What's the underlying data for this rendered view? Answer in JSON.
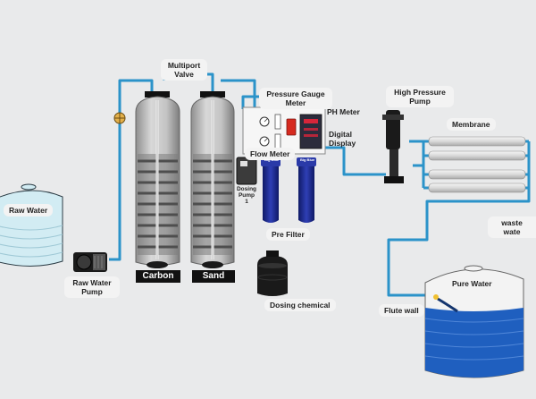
{
  "colors": {
    "pipe": "#2b93c9",
    "tank_raw": "#d2ecf3",
    "tank_pure": "#1f5fbf",
    "vessel": "#b8b8b8",
    "filter": "#1d2b8f",
    "dark": "#1a1a1a"
  },
  "labels": {
    "multiport_valve_1": "Multiport",
    "multiport_valve_2": "Valve",
    "pressure_gauge_1": "Pressure Gauge",
    "pressure_gauge_2": "Meter",
    "ph_meter": "PH Meter",
    "digital_display_1": "Digital",
    "digital_display_2": "Display",
    "flow_meter": "Flow Meter",
    "high_pressure_pump_1": "High Pressure",
    "high_pressure_pump_2": "Pump",
    "membrane": "Membrane",
    "raw_water": "Raw Water",
    "raw_water_pump_1": "Raw Water",
    "raw_water_pump_2": "Pump",
    "carbon": "Carbon",
    "sand": "Sand",
    "dosing_pump_1": "Dosing",
    "dosing_pump_2": "Pump",
    "dosing_pump_3": "1",
    "pre_filter": "Pre Filter",
    "dosing_chemical": "Dosing chemical",
    "waste_water": "waste wate",
    "pure_water": "Pure Water",
    "flute_wall": "Flute wall",
    "filter_brand_1": "Big Blue",
    "filter_brand_2": "Big Blue"
  }
}
